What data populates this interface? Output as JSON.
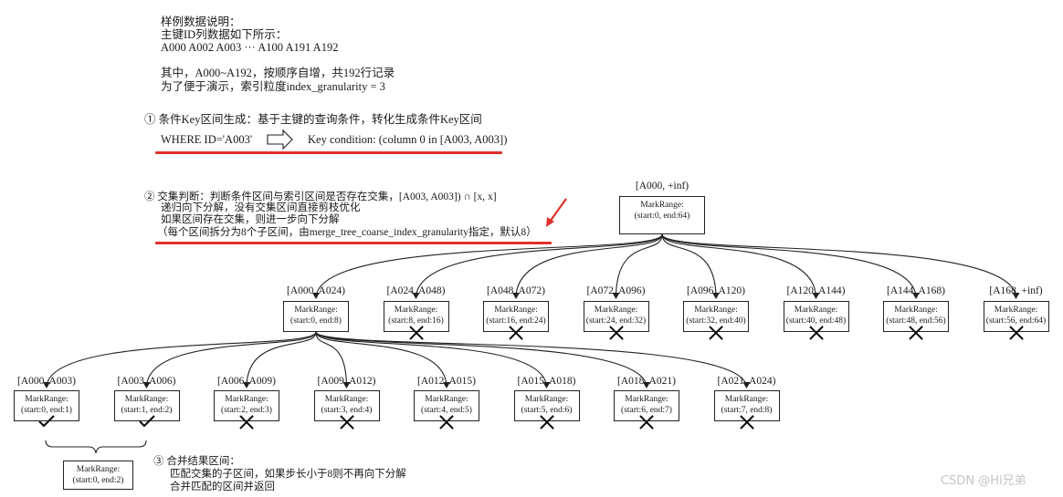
{
  "intro": {
    "line1": "样例数据说明：",
    "line2": "主键ID列数据如下所示：",
    "line3": "A000 A002 A003 ··· A100 A191 A192",
    "line4": "其中，A000~A192，按顺序自增，共192行记录",
    "line5": "为了便于演示，索引粒度index_granularity = 3"
  },
  "step1": {
    "title": "① 条件Key区间生成：基于主键的查询条件，转化生成条件Key区间",
    "where": "WHERE ID='A003'",
    "key_condition": "Key condition: (column 0 in [A003, A003])"
  },
  "step2": {
    "line1": "② 交集判断：判断条件区间与索引区间是否存在交集，[A003, A003]) ∩ [x, x]",
    "line2": "递归向下分解，没有交集区间直接剪枝优化",
    "line3": "如果区间存在交集，则进一步向下分解",
    "line4": "（每个区间拆分为8个子区间，由merge_tree_coarse_index_granularity指定，默认8）"
  },
  "step3": {
    "line1": "③ 合并结果区间：",
    "line2": "匹配交集的子区间，如果步长小于8则不再向下分解",
    "line3": "合并匹配的区间并返回"
  },
  "mark_label": "MarkRange:",
  "root": {
    "range": "[A000, +inf)",
    "value": "(start:0, end:64)"
  },
  "level1": [
    {
      "range": "[A000, A024)",
      "value": "(start:0, end:8)",
      "result": "expand"
    },
    {
      "range": "[A024, A048)",
      "value": "(start:8, end:16)",
      "result": "pruned"
    },
    {
      "range": "[A048, A072)",
      "value": "(start:16, end:24)",
      "result": "pruned"
    },
    {
      "range": "[A072, A096)",
      "value": "(start:24, end:32)",
      "result": "pruned"
    },
    {
      "range": "[A096, A120)",
      "value": "(start:32, end:40)",
      "result": "pruned"
    },
    {
      "range": "[A120, A144)",
      "value": "(start:40, end:48)",
      "result": "pruned"
    },
    {
      "range": "[A144, A168)",
      "value": "(start:48, end:56)",
      "result": "pruned"
    },
    {
      "range": "[A168, +inf)",
      "value": "(start:56, end:64)",
      "result": "pruned"
    }
  ],
  "level2": [
    {
      "range": "[A000, A003)",
      "value": "(start:0, end:1)",
      "result": "matched"
    },
    {
      "range": "[A003, A006)",
      "value": "(start:1, end:2)",
      "result": "matched"
    },
    {
      "range": "[A006, A009)",
      "value": "(start:2, end:3)",
      "result": "pruned"
    },
    {
      "range": "[A009, A012)",
      "value": "(start:3, end:4)",
      "result": "pruned"
    },
    {
      "range": "[A012, A015)",
      "value": "(start:4, end:5)",
      "result": "pruned"
    },
    {
      "range": "[A015, A018)",
      "value": "(start:5, end:6)",
      "result": "pruned"
    },
    {
      "range": "[A018, A021)",
      "value": "(start:6, end:7)",
      "result": "pruned"
    },
    {
      "range": "[A021, A024)",
      "value": "(start:7, end:8)",
      "result": "pruned"
    }
  ],
  "merged": {
    "value": "(start:0, end:2)"
  },
  "watermark": "CSDN @Hi兄弟"
}
